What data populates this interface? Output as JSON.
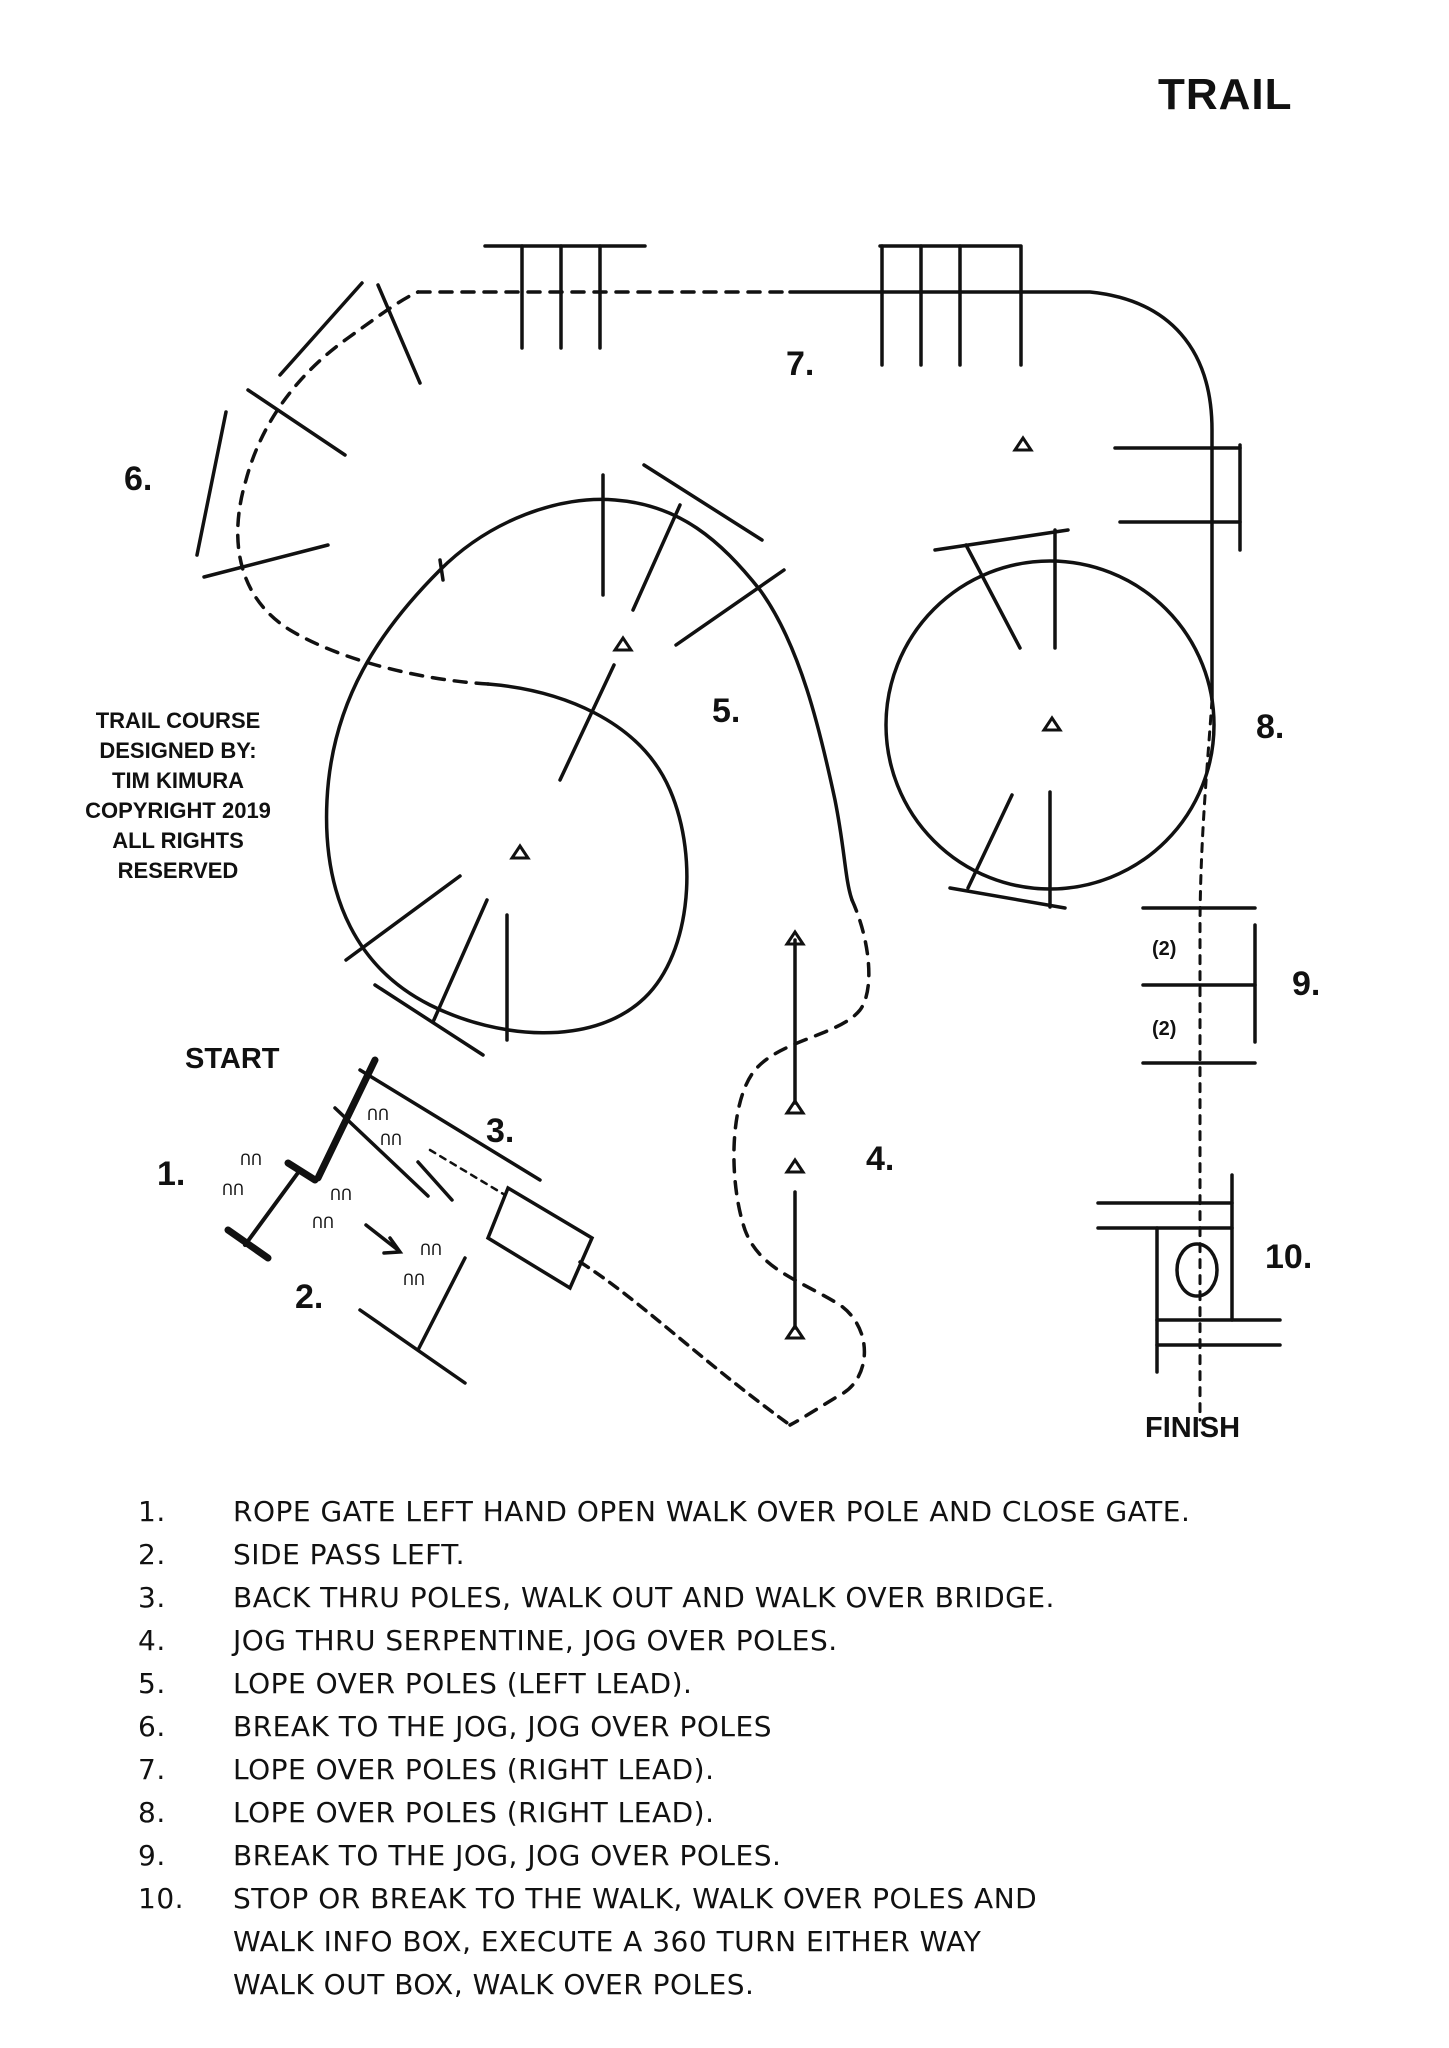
{
  "title": "TRAIL",
  "credit": [
    "TRAIL COURSE",
    "DESIGNED BY:",
    "TIM KIMURA",
    "COPYRIGHT 2019",
    "ALL RIGHTS",
    "RESERVED"
  ],
  "labels": {
    "start": "START",
    "finish": "FINISH",
    "pole_count_upper": "(2)",
    "pole_count_lower": "(2)"
  },
  "obstacle_numbers": [
    "1.",
    "2.",
    "3.",
    "4.",
    "5.",
    "6.",
    "7.",
    "8.",
    "9.",
    "10."
  ],
  "instructions": [
    {
      "num": "1.",
      "text": "ROPE GATE LEFT HAND OPEN WALK OVER POLE AND CLOSE GATE."
    },
    {
      "num": "2.",
      "text": "SIDE PASS LEFT."
    },
    {
      "num": "3.",
      "text": "BACK THRU POLES, WALK OUT AND WALK OVER BRIDGE."
    },
    {
      "num": "4.",
      "text": "JOG THRU SERPENTINE, JOG OVER POLES."
    },
    {
      "num": "5.",
      "text": "LOPE OVER POLES (LEFT LEAD)."
    },
    {
      "num": "6.",
      "text": "BREAK TO THE JOG, JOG OVER POLES"
    },
    {
      "num": "7.",
      "text": "LOPE OVER POLES (RIGHT LEAD)."
    },
    {
      "num": "8.",
      "text": "LOPE OVER POLES (RIGHT LEAD)."
    },
    {
      "num": "9.",
      "text": "BREAK TO THE JOG, JOG OVER POLES."
    },
    {
      "num": "10.",
      "text": "STOP OR BREAK TO THE WALK, WALK OVER POLES AND"
    }
  ],
  "instructions_cont": [
    "WALK INFO BOX, EXECUTE A 360 TURN EITHER WAY",
    "WALK OUT BOX, WALK OVER POLES."
  ],
  "hoof_mark": "͡͡",
  "colors": {
    "ink": "#111111",
    "background": "#ffffff"
  }
}
